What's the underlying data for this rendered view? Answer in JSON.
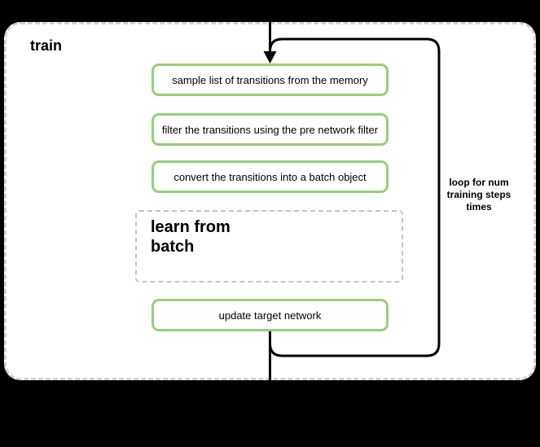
{
  "diagram": {
    "title": "train",
    "steps": [
      {
        "label": "sample list of transitions from the memory"
      },
      {
        "label": "filter the transitions using the pre network filter"
      },
      {
        "label": "convert the transitions into a batch object"
      }
    ],
    "sub_process": {
      "lines": [
        "learn from",
        "batch"
      ]
    },
    "final_step": {
      "label": "update target network"
    },
    "loop_label": {
      "lines": [
        "loop for num",
        "training steps",
        "times"
      ]
    }
  },
  "colors": {
    "background": "#000000",
    "container_fill": "#ffffff",
    "container_border": "#d2d2d2",
    "step_border": "#97cf7b",
    "subprocess_border": "#c6c6c6",
    "connector": "#000000",
    "text": "#000000"
  }
}
